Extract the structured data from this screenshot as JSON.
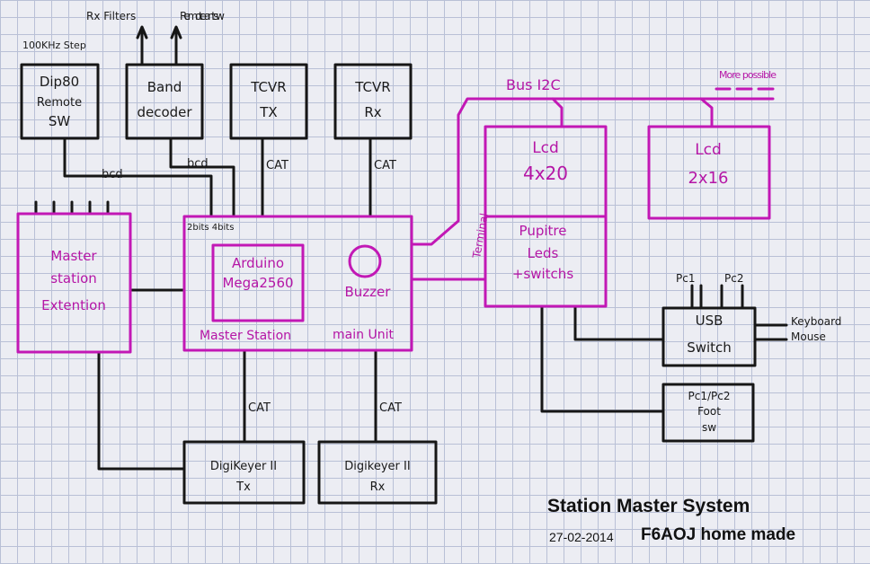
{
  "caption": {
    "title": "Station Master System",
    "date": "27-02-2014",
    "author": "F6AOJ home made"
  },
  "blocks": {
    "dip80": {
      "lines": [
        "Dip80",
        "Remote",
        "SW"
      ],
      "above": "100KHz Step"
    },
    "band_decoder": {
      "lines": [
        "Band",
        "decoder"
      ]
    },
    "tcvr_tx": {
      "lines": [
        "TCVR",
        "TX"
      ]
    },
    "tcvr_rx": {
      "lines": [
        "TCVR",
        "Rx"
      ]
    },
    "extension": {
      "lines": [
        "Master",
        "station",
        "Extention"
      ]
    },
    "main_unit": {
      "arduino": [
        "Arduino",
        "Mega2560"
      ],
      "buzzer": "Buzzer",
      "footer_left": "Master Station",
      "footer_right": "main Unit",
      "top_left": "2bits 4bits"
    },
    "lcd_4x20": {
      "lines": [
        "Lcd",
        "4x20"
      ]
    },
    "lcd_2x16": {
      "lines": [
        "Lcd",
        "2x16"
      ]
    },
    "pupitre": {
      "lines": [
        "Pupitre",
        "Leds",
        "+switchs"
      ]
    },
    "usb_switch": {
      "lines": [
        "USB",
        "Switch"
      ]
    },
    "footsw": {
      "lines": [
        "Pc1/Pc2",
        "Foot",
        "sw"
      ]
    },
    "digikeyer_tx": {
      "lines": [
        "DigiKeyer II",
        "Tx"
      ]
    },
    "digikeyer_rx": {
      "lines": [
        "Digikeyer II",
        "Rx"
      ]
    }
  },
  "labels": {
    "rx_filters": "Rx Filters",
    "remote_ant": "Remote ant sw",
    "bcd_1": "bcd",
    "bcd_2": "bcd",
    "cat_tx": "CAT",
    "cat_rx": "CAT",
    "cat_dk_tx": "CAT",
    "cat_dk_rx": "CAT",
    "bus_i2c": "Bus I2C",
    "more_possible": "More possible",
    "terminal": "Terminal",
    "pc1": "Pc1",
    "pc2": "Pc2",
    "keyboard": "Keyboard",
    "mouse": "Mouse"
  }
}
